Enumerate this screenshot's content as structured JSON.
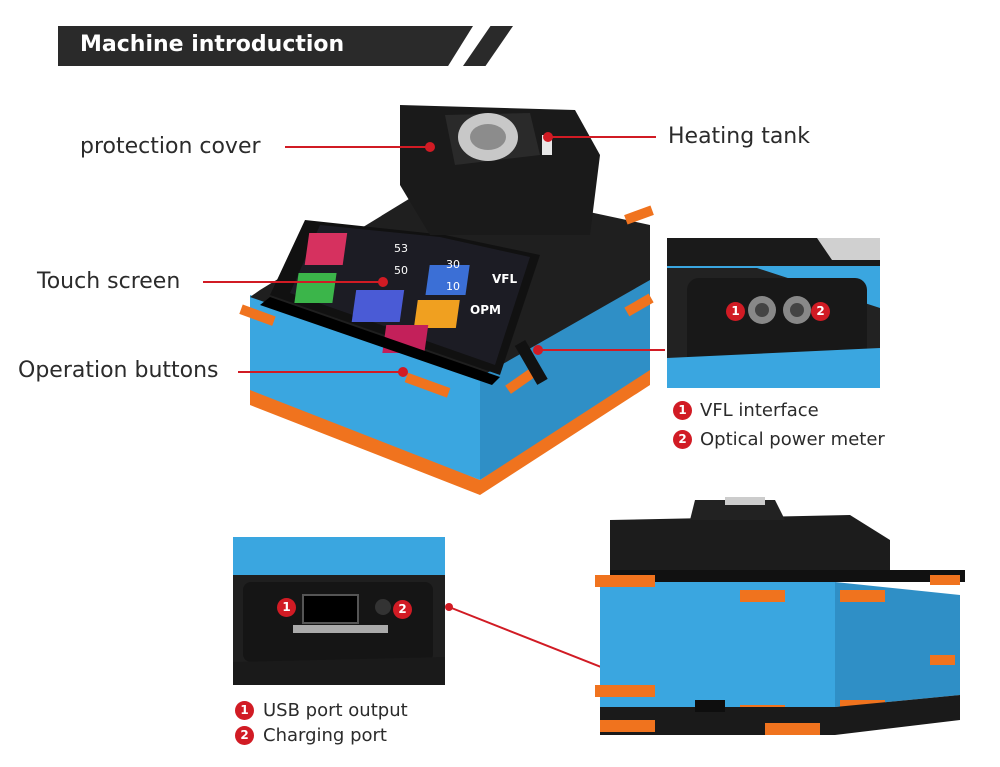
{
  "header": {
    "title": "Machine introduction"
  },
  "callouts": {
    "protection_cover": "protection cover",
    "heating_tank": "Heating tank",
    "touch_screen": "Touch screen",
    "operation_buttons": "Operation buttons"
  },
  "screen": {
    "readout_1": "53",
    "readout_2": "30",
    "readout_3": "50",
    "readout_4": "10",
    "tile_vfl": "VFL",
    "tile_opm": "OPM"
  },
  "side_ports": {
    "items": [
      {
        "number": "1",
        "label": "VFL interface"
      },
      {
        "number": "2",
        "label": "Optical power meter"
      }
    ]
  },
  "front_ports": {
    "items": [
      {
        "number": "1",
        "label": "USB port output"
      },
      {
        "number": "2",
        "label": "Charging port"
      }
    ]
  },
  "colors": {
    "accent_red": "#d11b24",
    "body_blue": "#3aa6e0",
    "bumper_orange": "#f0731e",
    "banner_dark": "#2a2a2a"
  }
}
